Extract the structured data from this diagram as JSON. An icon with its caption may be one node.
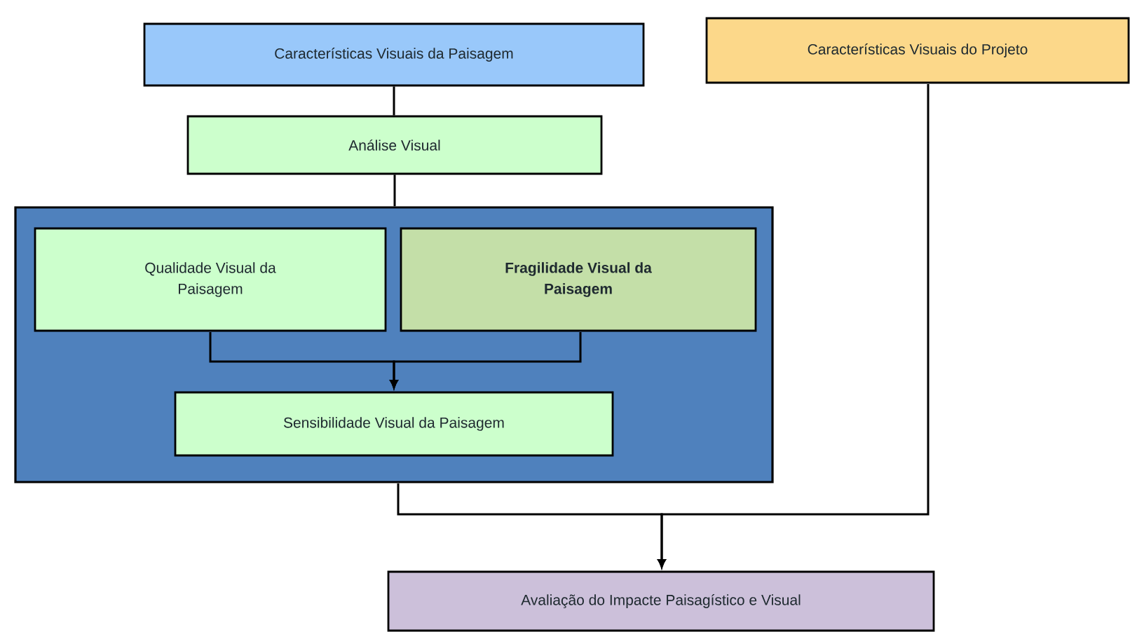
{
  "diagram": {
    "nodes": [
      {
        "text": [
          "Características Visuais da Paisagem"
        ]
      },
      {
        "text": [
          "Características Visuais do Projeto"
        ]
      },
      {
        "text": [
          "Análise Visual"
        ]
      },
      {
        "text": [],
        "shape": "box"
      },
      {
        "text": [
          "Qualidade Visual da Paisagem"
        ],
        "in": 3
      },
      {
        "text": [
          "Fragilidade Visual da Paisagem"
        ],
        "in": 3
      },
      {
        "text": [
          "Sensibilidade Visual da Paisagem"
        ],
        "in": 3
      },
      {
        "text": [
          "Avaliação do Impacte Paisagístico e Visual"
        ]
      }
    ],
    "edges": [
      {
        "from": 0,
        "to": 2,
        "arrow": "none"
      },
      {
        "from": 2,
        "to": 3,
        "arrow": "none"
      },
      {
        "from": 4,
        "to": 6,
        "arrow": "to"
      },
      {
        "from": 5,
        "to": 6,
        "arrow": "to"
      },
      {
        "from": 3,
        "to": 7,
        "arrow": "to"
      },
      {
        "from": 1,
        "to": 7,
        "arrow": "to"
      }
    ]
  }
}
